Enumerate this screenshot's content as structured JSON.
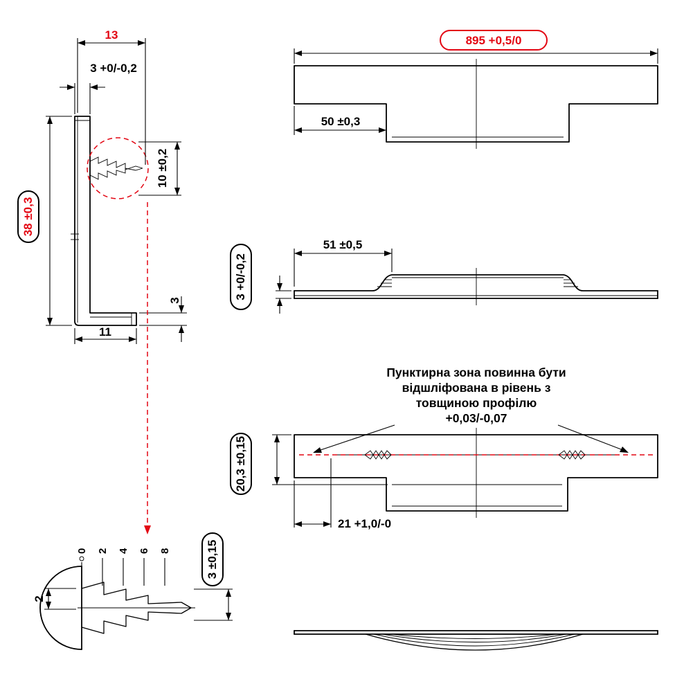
{
  "colors": {
    "accent_red": "#e30613",
    "line_black": "#000000"
  },
  "left_view": {
    "dim_width": "13",
    "dim_top_thickness": "3 +0/-0,2",
    "dim_barb_height": "10 ±0,2",
    "dim_height": "38 ±0,3",
    "dim_leg_thickness": "3",
    "dim_leg_length": "11"
  },
  "detail_view": {
    "scale_ticks": [
      "0",
      "2",
      "4",
      "6",
      "8"
    ],
    "dim_tooth_height": "2",
    "dim_thickness": "3 ±0,15"
  },
  "top_view": {
    "dim_length": "895 +0,5/0",
    "dim_end_offset": "50 ±0,3"
  },
  "side_view": {
    "dim_boss_offset": "51 ±0,5",
    "dim_thickness": "3 +0/-0,2"
  },
  "grind_view": {
    "dim_height": "20,3 ±0,15",
    "dim_offset": "21 +1,0/-0",
    "note_lines": [
      "Пунктирна зона повинна бути",
      "відшліфована в рівень з",
      "товщиною профілю",
      "+0,03/-0,07"
    ]
  }
}
